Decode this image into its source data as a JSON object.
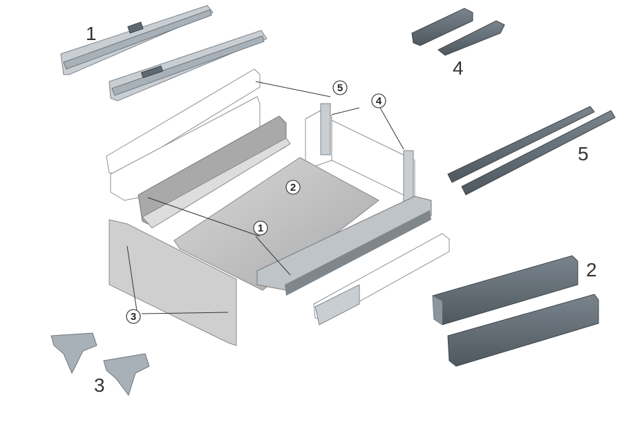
{
  "diagram": {
    "title": "Drawer system exploded view",
    "part_labels": [
      "1",
      "4",
      "5",
      "2",
      "3"
    ],
    "callouts": [
      "5",
      "4",
      "2",
      "1",
      "3"
    ]
  }
}
